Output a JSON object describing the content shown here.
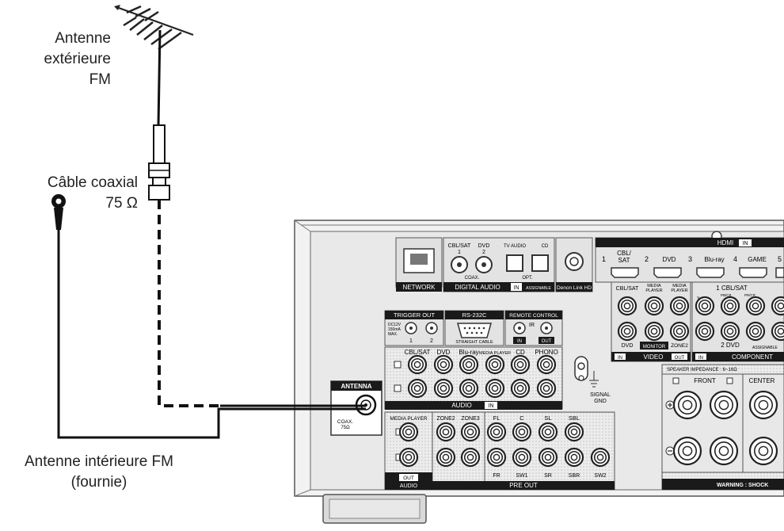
{
  "callouts": {
    "outdoor_antenna": [
      "Antenne",
      "extérieure",
      "FM"
    ],
    "coax_cable": [
      "Câble coaxial",
      "75 Ω"
    ],
    "indoor_antenna": [
      "Antenne intérieure FM",
      "(fournie)"
    ]
  },
  "panel": {
    "network": "NETWORK",
    "cbl_sat_1": "CBL/SAT",
    "num_1": "1",
    "dvd_2": "DVD",
    "num_2": "2",
    "coax": "COAX.",
    "tv_audio": "TV AUDIO",
    "cd": "CD",
    "opt": "OPT.",
    "digital_audio": "DIGITAL AUDIO",
    "in": "IN",
    "out": "OUT",
    "assignable": "ASSIGNABLE",
    "denon_link": "Denon Link HD",
    "hdmi": "HDMI",
    "hdmi_1": "1",
    "hdmi_cbl": "CBL/",
    "hdmi_sat": "SAT",
    "hdmi_2": "2",
    "hdmi_dvd": "DVD",
    "hdmi_3": "3",
    "hdmi_bluray": "Blu-ray",
    "hdmi_4": "4",
    "hdmi_game": "GAME",
    "hdmi_5": "5",
    "trigger_out": "TRIGGER OUT",
    "dc12v": "DC12V",
    "ma150": "150mA",
    "max": "MAX.",
    "rs232c": "RS-232C",
    "straight_cable": "STRAIGHT CABLE",
    "remote_control": "REMOTE CONTROL",
    "ir": "IR",
    "audio_cbl_sat": "CBL/SAT",
    "audio_dvd": "DVD",
    "audio_bluray": "Blu-ray",
    "audio_media_player": "MEDIA PLAYER",
    "audio_cd": "CD",
    "audio_phono": "PHONO",
    "audio_in": "AUDIO",
    "signal_gnd_1": "SIGNAL",
    "signal_gnd_2": "GND",
    "video_cbl_sat": "CBL/SAT",
    "video_media": "MEDIA",
    "video_player": "PLAYER",
    "video_dvd": "DVD",
    "video_monitor": "MONITOR",
    "video_zone2": "ZONE2",
    "video": "VIDEO",
    "comp_cbl_sat": "1 CBL/SAT",
    "comp_y": "Y",
    "comp_pb": "PB/CB",
    "comp_pr": "PR/CR",
    "comp_dvd": "2 DVD",
    "component": "COMPONENT",
    "antenna": "ANTENNA",
    "coax_75": "COAX.",
    "ohm_75": "75Ω",
    "pre_media_player": "MEDIA PLAYER",
    "pre_zone2": "ZONE2",
    "pre_zone3": "ZONE3",
    "pre_fl": "FL",
    "pre_c": "C",
    "pre_sl": "SL",
    "pre_sbl": "SBL",
    "pre_fr": "FR",
    "pre_sw1": "SW1",
    "pre_sr": "SR",
    "pre_sbr": "SBR",
    "pre_sw2": "SW2",
    "pre_out_audio": "AUDIO",
    "pre_out": "PRE OUT",
    "speaker_impedance": "SPEAKER IMPEDANCE : 6~16Ω",
    "front": "FRONT",
    "center": "CENTER",
    "warning": "WARNING : SHOCK"
  },
  "colors": {
    "cable": "#111111",
    "panel_fill": "#e6e6e6",
    "panel_line": "#555555",
    "label_box": "#1a1a1a",
    "hatch": "#cfcfcf"
  }
}
